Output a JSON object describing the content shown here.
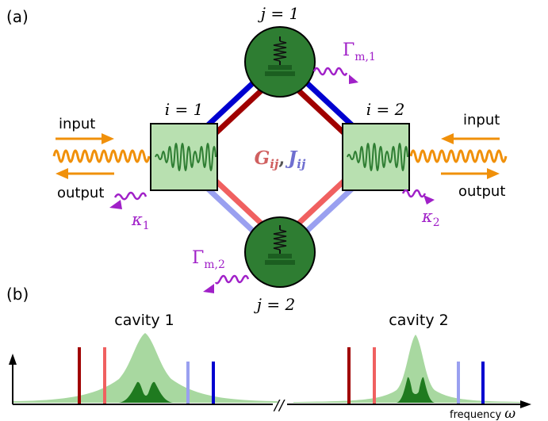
{
  "panels": {
    "a": "(a)",
    "b": "(b)"
  },
  "cavities": [
    {
      "label": "i = 1",
      "input": "input",
      "output": "output",
      "loss": "κ",
      "loss_sub": "1"
    },
    {
      "label": "i = 2",
      "input": "input",
      "output": "output",
      "loss": "κ",
      "loss_sub": "2"
    }
  ],
  "resonators": [
    {
      "label": "j = 1",
      "damping": "Γ",
      "damping_sub": "m,1"
    },
    {
      "label": "j = 2",
      "damping": "Γ",
      "damping_sub": "m,2"
    }
  ],
  "coupling": {
    "G": "G",
    "G_sub": "ij",
    "sep": ",",
    "J": "J",
    "J_sub": "ij"
  },
  "spectra": [
    {
      "title": "cavity 1"
    },
    {
      "title": "cavity 2"
    }
  ],
  "axis": {
    "xlabel": "frequency",
    "symbol": "ω",
    "break": "//"
  },
  "colors": {
    "dark_red": "#a00000",
    "light_red": "#f06060",
    "blue": "#0000d0",
    "light_blue": "#9aa0f0",
    "orange": "#f0900a",
    "purple": "#a020c8",
    "green_fill": "#2e7d32",
    "green_dark": "#1b5e20",
    "cavity_fill": "#b8e0b0",
    "lorentz_light": "#a8d8a0",
    "lorentz_dark": "#1f7a1f"
  }
}
